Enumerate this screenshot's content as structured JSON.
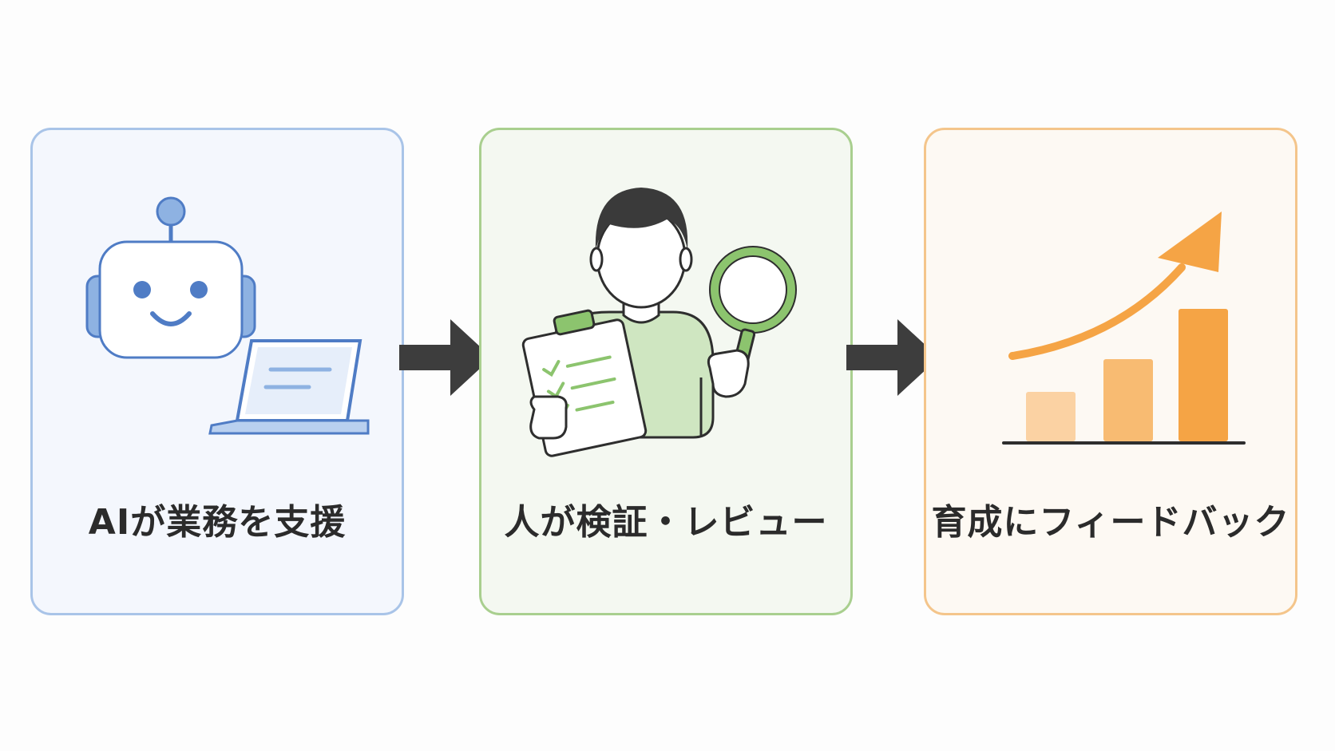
{
  "steps": [
    {
      "label": "AIが業務を支援",
      "icons": [
        "robot-icon",
        "laptop-icon"
      ],
      "accent": "#4f7cc5",
      "background": "#f4f7fd",
      "border": "#a9c4e8"
    },
    {
      "label": "人が検証・レビュー",
      "icons": [
        "person-icon",
        "clipboard-checklist-icon",
        "magnifier-icon"
      ],
      "accent": "#8cc46e",
      "background": "#f4f8f1",
      "border": "#a9cf8f"
    },
    {
      "label": "育成にフィードバック",
      "icons": [
        "bar-chart-icon",
        "trend-up-arrow-icon"
      ],
      "accent": "#f5a445",
      "background": "#fdf9f3",
      "border": "#f4c58b"
    }
  ],
  "connectors": [
    "arrow-right-icon",
    "arrow-right-icon"
  ],
  "connector_color": "#3d3d3d"
}
